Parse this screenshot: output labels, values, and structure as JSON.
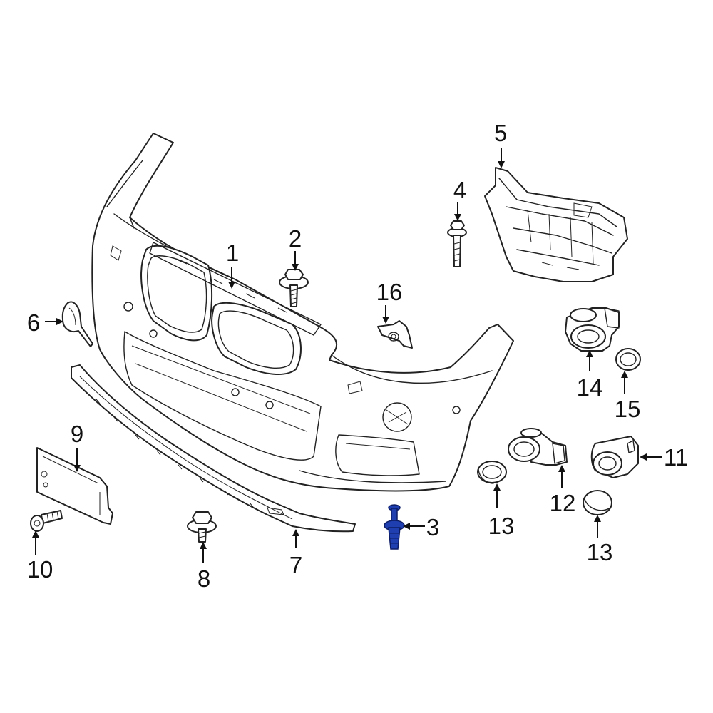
{
  "diagram": {
    "accent_color": "#1f3fb0",
    "callouts": {
      "c1": "1",
      "c2": "2",
      "c3": "3",
      "c4": "4",
      "c5": "5",
      "c6": "6",
      "c7": "7",
      "c8": "8",
      "c9": "9",
      "c10": "10",
      "c11": "11",
      "c12": "12",
      "c13a": "13",
      "c13b": "13",
      "c14": "14",
      "c15": "15",
      "c16": "16"
    }
  }
}
